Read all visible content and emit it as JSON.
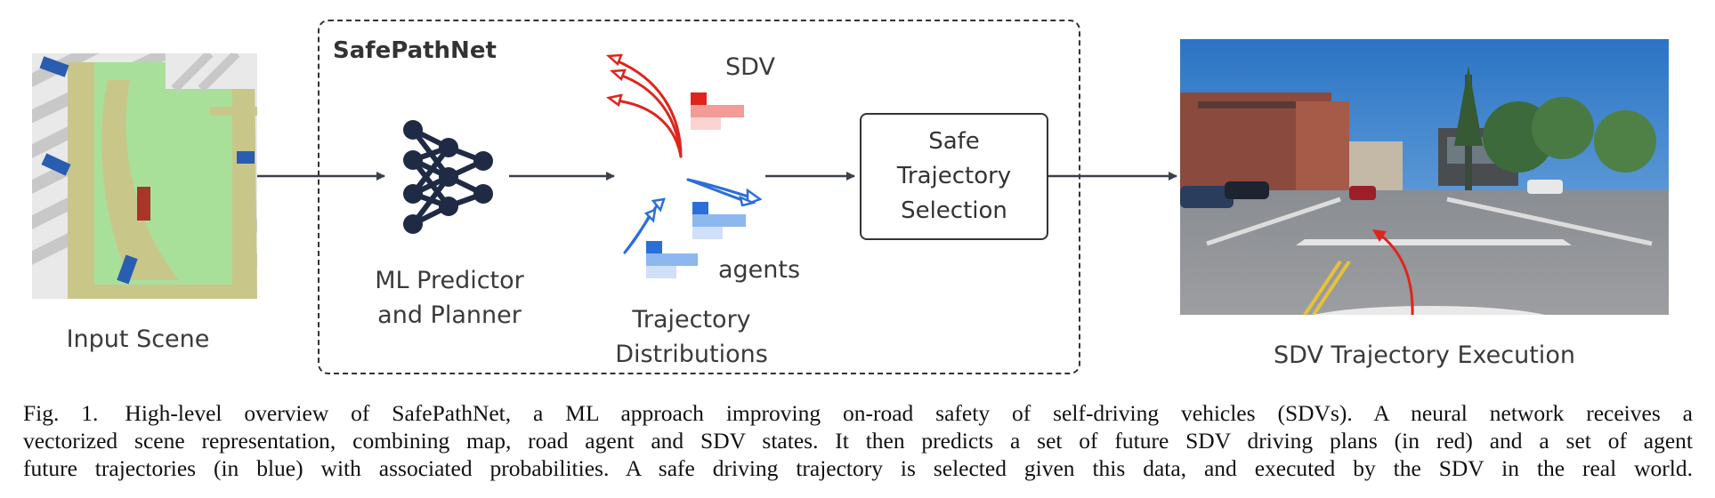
{
  "diagram": {
    "frame_title": "SafePathNet",
    "input_label": "Input Scene",
    "predictor_label_line1": "ML Predictor",
    "predictor_label_line2": "and Planner",
    "sdv_label": "SDV",
    "agents_label": "agents",
    "distributions_line1": "Trajectory",
    "distributions_line2": "Distributions",
    "selection_label": "Safe\nTrajectory\nSelection",
    "execution_label": "SDV Trajectory Execution"
  },
  "caption": {
    "number": "Fig. 1.",
    "line1": "High-level overview of SafePathNet, a ML approach improving on-road safety of self-driving vehicles (SDVs). A neural network receives a",
    "line2": "vectorized scene representation, combining map, road agent and SDV states. It then predicts a set of future SDV driving plans (in red) and a set of agent",
    "line3": "future trajectories (in blue) with associated probabilities. A safe driving trajectory is selected given this data, and executed by the SDV in the real world."
  },
  "colors": {
    "sdv_red": "#e0241b",
    "agent_blue": "#2a6fd8",
    "lane_green": "#a8e09a",
    "road_khaki": "#c9c68a",
    "arrow": "#3a3f4a"
  }
}
